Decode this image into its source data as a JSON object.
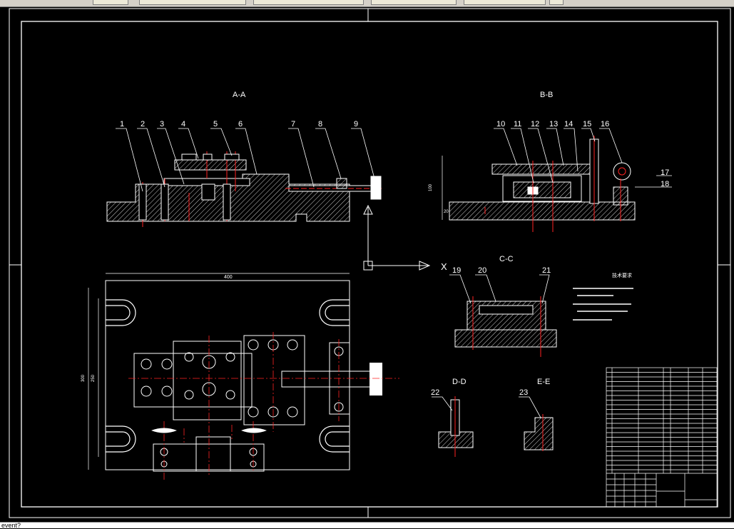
{
  "toolbar": {
    "tabs": [
      "",
      "",
      "",
      "",
      "",
      ""
    ]
  },
  "drawing": {
    "section_aa": "A-A",
    "section_bb": "B-B",
    "section_cc": "C-C",
    "section_dd": "D-D",
    "section_ee": "E-E",
    "balloons_aa": [
      "1",
      "2",
      "3",
      "4",
      "5",
      "6",
      "7",
      "8",
      "9"
    ],
    "balloons_bb": [
      "10",
      "11",
      "12",
      "13",
      "14",
      "15",
      "16",
      "17",
      "18"
    ],
    "balloons_cc": [
      "19",
      "20",
      "21"
    ],
    "balloon_dd": "22",
    "balloon_ee": "23",
    "dim_width": "400",
    "dim_height_1": "300",
    "dim_height_2": "250",
    "dim_bb_height": "100",
    "dim_bb_small": "20",
    "tech_title": "技术要求",
    "ucs_x": "X"
  },
  "command_line": {
    "text": "event?"
  },
  "colors": {
    "line": "#ffffff",
    "center": "#ff2020",
    "hatch": "#ffffff"
  }
}
